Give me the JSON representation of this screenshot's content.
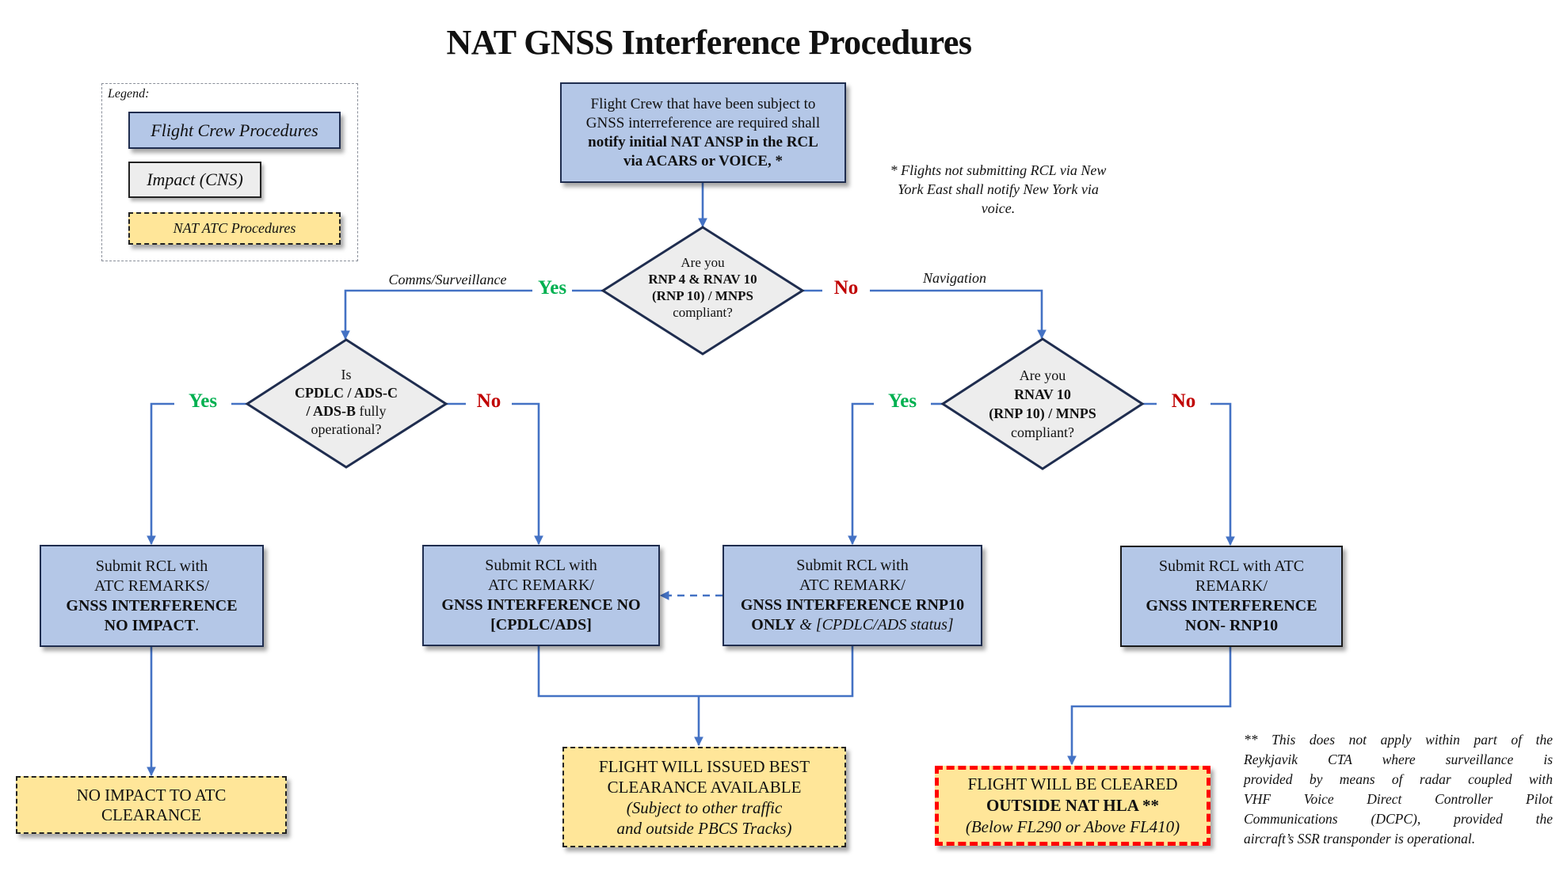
{
  "title": "NAT GNSS Interference Procedures",
  "legend": {
    "label": "Legend:",
    "items": [
      {
        "label": "Flight Crew Procedures",
        "kind": "flight-crew",
        "color": "#b4c7e7"
      },
      {
        "label": "Impact (CNS)",
        "kind": "impact",
        "color": "#ededed"
      },
      {
        "label": "NAT ATC Procedures",
        "kind": "atc",
        "color": "#ffe699"
      }
    ]
  },
  "colors": {
    "flight_crew_fill": "#b4c7e7",
    "impact_fill": "#ededed",
    "atc_fill": "#ffe699",
    "connector": "#4472c4",
    "yes": "#00b050",
    "no": "#c00000",
    "hla_border": "#ff0000"
  },
  "start_box": {
    "line1": "Flight Crew that have been subject to",
    "line2": "GNSS interreference are required shall",
    "line3_bold": "notify initial NAT ANSP in the RCL",
    "line4_bold": "via ACARS or VOICE, *"
  },
  "footnote_1": {
    "line1": "* Flights not submitting RCL via New",
    "line2": "York East shall notify New York via",
    "line3": "voice."
  },
  "decision_main": {
    "line1": "Are you",
    "line2_bold": "RNP 4 & RNAV 10",
    "line3_bold": "(RNP 10) / MNPS",
    "line4": "compliant?",
    "yes_label": "Yes",
    "no_label": "No",
    "yes_branch": "Comms/Surveillance",
    "no_branch": "Navigation"
  },
  "decision_comms": {
    "line1": "Is",
    "line2_bold": "CPDLC / ADS-C",
    "line3_bold": "/ ADS-B",
    "line3_rest": " fully",
    "line4": "operational?",
    "yes_label": "Yes",
    "no_label": "No"
  },
  "decision_nav": {
    "line1": "Are you",
    "line2_bold": "RNAV 10",
    "line3_bold": "(RNP 10) / MNPS",
    "line4": "compliant?",
    "yes_label": "Yes",
    "no_label": "No"
  },
  "action_boxes": [
    {
      "line1": "Submit RCL with",
      "line2": "ATC REMARKS/",
      "line3_bold": "GNSS INTERFERENCE",
      "line4_bold": "NO IMPACT",
      "line4_rest": "."
    },
    {
      "line1": "Submit RCL with",
      "line2": "ATC REMARK/",
      "line3_bold": "GNSS INTERFERENCE NO",
      "line4_bold": "[CPDLC/ADS]"
    },
    {
      "line1": "Submit RCL with",
      "line2": "ATC REMARK/",
      "line3_bold": "GNSS INTERFERENCE RNP10",
      "line4_bold": "ONLY",
      "line4_amp": " & ",
      "line4_italic": "[CPDLC/ADS status]"
    },
    {
      "line1": "Submit RCL with ATC",
      "line2": "REMARK/",
      "line3_bold": "GNSS INTERFERENCE",
      "line4_bold": "NON- RNP10"
    }
  ],
  "outcomes": {
    "no_impact": {
      "line1": "NO IMPACT TO ATC",
      "line2": "CLEARANCE"
    },
    "best_clearance": {
      "line1": "FLIGHT WILL ISSUED BEST",
      "line2": "CLEARANCE AVAILABLE",
      "line3_italic": "(Subject to other traffic",
      "line4_italic": "and outside PBCS Tracks)"
    },
    "outside_hla": {
      "line1": "FLIGHT WILL BE CLEARED",
      "line2_bold": "OUTSIDE NAT HLA **",
      "line3_italic": "(Below FL290 or Above FL410)"
    }
  },
  "footnote_2": {
    "lines": [
      "** This does not apply within part of the",
      "Reykjavik CTA where surveillance is",
      "provided by means of radar coupled with",
      "VHF Voice Direct Controller Pilot",
      "Communications (DCPC), provided the",
      "aircraft’s SSR transponder is operational."
    ]
  }
}
